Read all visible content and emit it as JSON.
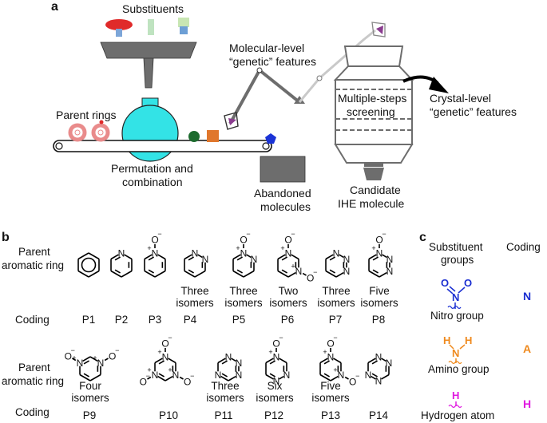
{
  "panel_a": {
    "label": "a",
    "substituents": "Substituents",
    "parent_rings": "Parent rings",
    "molecular_features": [
      "Molecular-level",
      "“genetic” features"
    ],
    "permutation": [
      "Permutation and",
      "combination"
    ],
    "abandoned": [
      "Abandoned",
      "molecules"
    ],
    "screening": [
      "Multiple-steps",
      "screening"
    ],
    "crystal_features": [
      "Crystal-level",
      "“genetic” features"
    ],
    "candidate": [
      "Candidate",
      "IHE molecule"
    ],
    "colors": {
      "hopper": "#6d6d6d",
      "flask": "#33e3e6",
      "red_disk": "#e02a2a",
      "ring_pink": "#e98b8b",
      "green_ball": "#1d6b2e",
      "orange_block": "#e0772c",
      "blue_pentagon": "#1b33d6",
      "purple": "#8a3c8f"
    }
  },
  "panel_b": {
    "label": "b",
    "row_label": [
      "Parent",
      "aromatic ring"
    ],
    "coding_label": "Coding",
    "row1_notes": [
      "",
      "",
      "",
      "Three|isomers",
      "Three|isomers",
      "Two|isomers",
      "Three|isomers",
      "Five|isomers"
    ],
    "row1_codes": [
      "P1",
      "P2",
      "P3",
      "P4",
      "P5",
      "P6",
      "P7",
      "P8"
    ],
    "row2_notes": [
      "Four|isomers",
      "",
      "Three|isomers",
      "Six|isomers",
      "Five|isomers",
      ""
    ],
    "row2_codes": [
      "P9",
      "P10",
      "P11",
      "P12",
      "P13",
      "P14"
    ],
    "atoms": {
      "nitrogen": "N",
      "oxygen": "O",
      "minus": "−",
      "plus": "+"
    }
  },
  "panel_c": {
    "label": "c",
    "col1": [
      "Substituent",
      "groups"
    ],
    "col2": "Coding",
    "groups": [
      {
        "name": "Nitro group",
        "code": "N",
        "color": "#1b2fd1",
        "atoms": [
          "O",
          "N",
          "O"
        ]
      },
      {
        "name": "Amino group",
        "code": "A",
        "color": "#ef8a1e",
        "atoms": [
          "H",
          "N",
          "H"
        ]
      },
      {
        "name": "Hydrogen atom",
        "code": "H",
        "color": "#e01ae0",
        "atoms": [
          "H"
        ]
      }
    ]
  }
}
